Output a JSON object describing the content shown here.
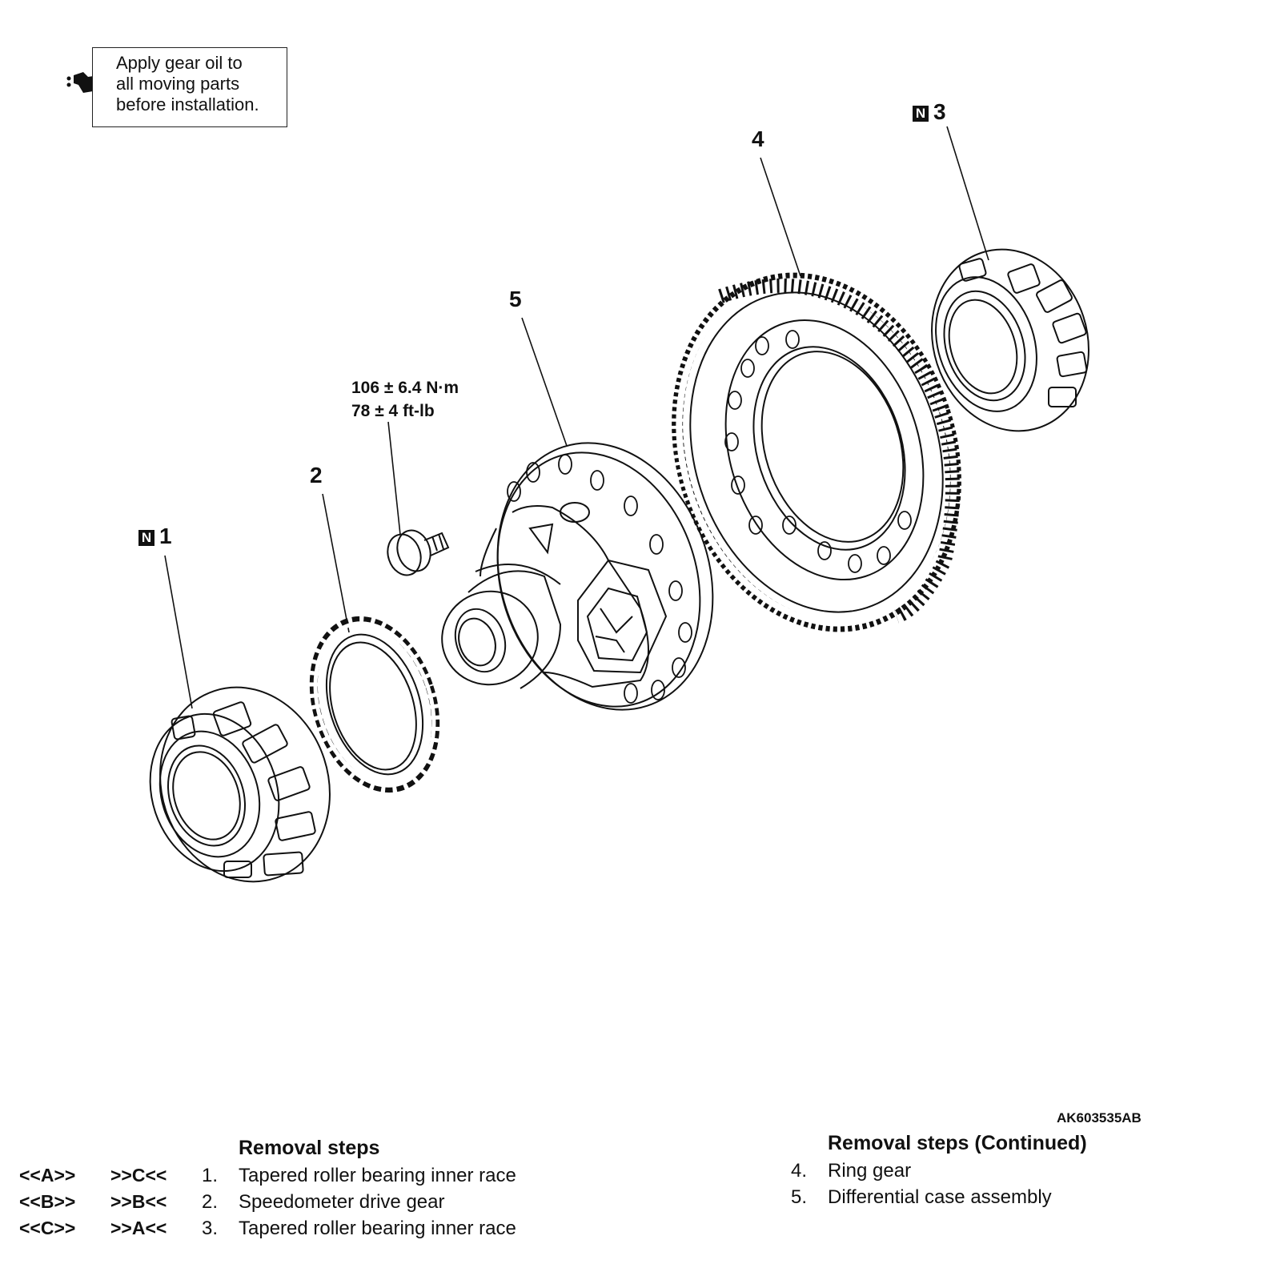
{
  "note": {
    "lines": [
      "Apply gear oil to",
      "all moving parts",
      "before installation."
    ],
    "icon": "oil-can-icon"
  },
  "callouts": {
    "c1": "1",
    "c2": "2",
    "c3": "3",
    "c4": "4",
    "c5": "5",
    "n_badge": "N"
  },
  "torque": {
    "line1": "106 ± 6.4 N·m",
    "line2": "78 ± 4 ft-lb"
  },
  "figure_code": "AK603535AB",
  "removal_left": {
    "heading": "Removal steps",
    "steps": [
      {
        "rem": "<<A>>",
        "inst": ">>C<<",
        "num": "1.",
        "text": "Tapered roller bearing inner race"
      },
      {
        "rem": "<<B>>",
        "inst": ">>B<<",
        "num": "2.",
        "text": "Speedometer drive gear"
      },
      {
        "rem": "<<C>>",
        "inst": ">>A<<",
        "num": "3.",
        "text": "Tapered roller bearing inner race"
      }
    ]
  },
  "removal_right": {
    "heading": "Removal steps (Continued)",
    "steps": [
      {
        "num": "4.",
        "text": "Ring gear"
      },
      {
        "num": "5.",
        "text": "Differential case assembly"
      }
    ]
  }
}
